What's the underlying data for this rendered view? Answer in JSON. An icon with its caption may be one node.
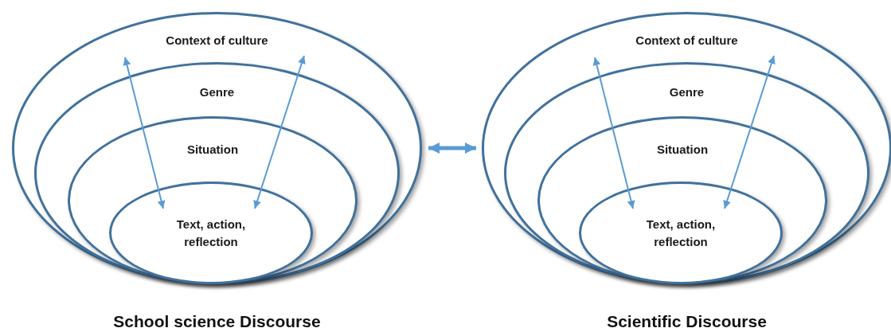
{
  "diagram": {
    "nodes": [
      {
        "text": [
          "Context of culture"
        ],
        "beside": [
          "School science Discourse"
        ]
      },
      {
        "text": [
          "Genre"
        ],
        "in": 0
      },
      {
        "text": [
          "Situation"
        ],
        "in": 1
      },
      {
        "text": [
          "Text, action, reflection"
        ],
        "in": 2
      },
      {
        "text": [
          "Context of culture"
        ],
        "beside": [
          "Scientific Discourse"
        ]
      },
      {
        "text": [
          "Genre"
        ],
        "in": 4
      },
      {
        "text": [
          "Situation"
        ],
        "in": 5
      },
      {
        "text": [
          "Text, action, reflection"
        ],
        "in": 6
      }
    ],
    "edges": [
      {
        "from": 0,
        "to": 3,
        "arrow": "both"
      },
      {
        "from": 0,
        "to": 3,
        "arrow": "both"
      },
      {
        "from": 4,
        "to": 7,
        "arrow": "both"
      },
      {
        "from": 4,
        "to": 7,
        "arrow": "both"
      },
      {
        "from": 0,
        "to": 4,
        "arrow": "both",
        "style": "thick"
      }
    ]
  }
}
